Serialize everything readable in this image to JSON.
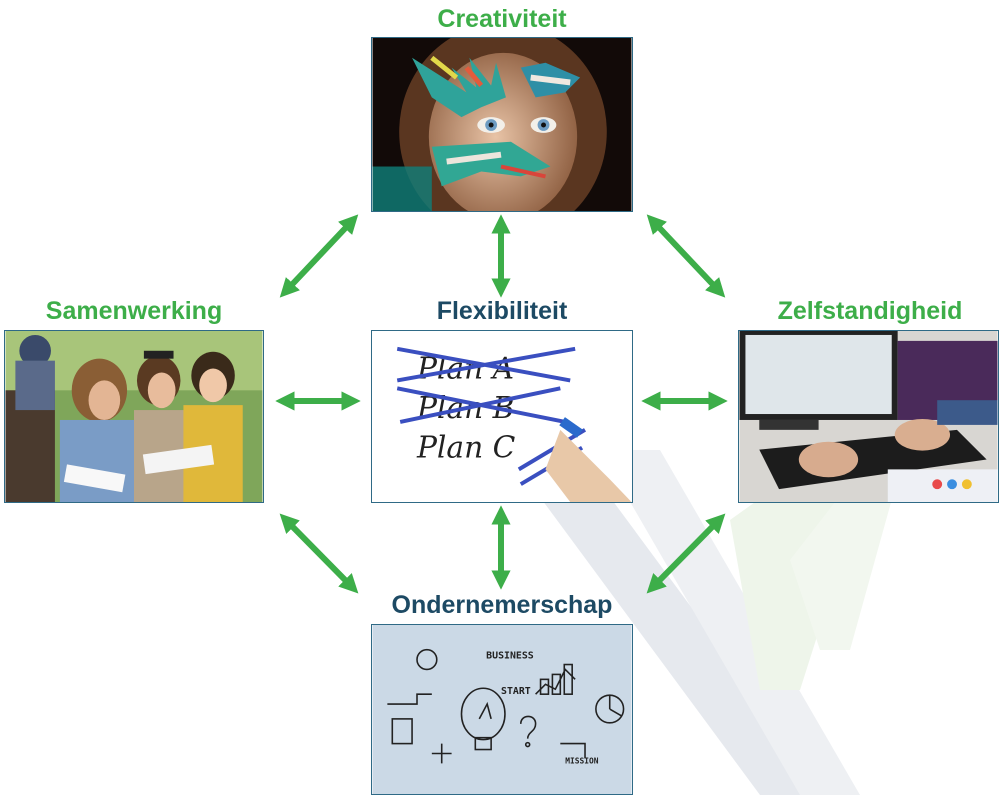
{
  "nodes": {
    "top": {
      "label": "Creativiteit",
      "photo": "painted-hands-face-photo"
    },
    "left": {
      "label": "Samenwerking",
      "photo": "students-studying-photo"
    },
    "center": {
      "label": "Flexibiliteit",
      "photo": "plan-a-b-c-whiteboard-photo"
    },
    "center_lines": [
      "Plan A",
      "Plan B",
      "Plan C"
    ],
    "right": {
      "label": "Zelfstandigheid",
      "photo": "typing-keyboard-photo"
    },
    "bottom": {
      "label": "Ondernemerschap",
      "photo": "business-doodles-photo"
    }
  },
  "bottom_doodles": {
    "business": "BUSINESS",
    "start": "START",
    "mission": "MISSION"
  },
  "colors": {
    "accent_green": "#3dae49",
    "heading_navy": "#1d4a64",
    "frame": "#2f6a86"
  }
}
